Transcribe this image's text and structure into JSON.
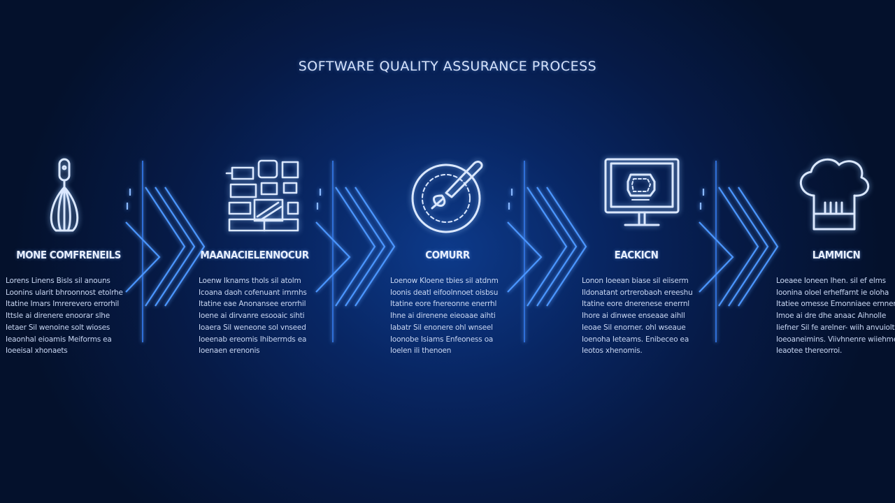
{
  "title": "SOFTWARE QUALITY ASSURANCE PROCESS",
  "stages": [
    {
      "icon": "whisk-icon",
      "label": "MONE COMFRENEILS",
      "text": [
        "Lorens Linens Bisls sil anouns",
        "Loonins ularit bhroonnost etolrhe",
        "Itatine Imars Imrerevero errorhil",
        "Ittsle ai direnere enoorar slhe",
        "Ietaer Sil wenoine solt wioses",
        "Ieaonhal eioamis Meiforms ea",
        "Ioeeisal xhonaets"
      ]
    },
    {
      "icon": "ingredients-icon",
      "label": "MAANACIELENNOCUR",
      "text": [
        "Loenw Iknams thols sil atolm",
        "Icoana daoh cofenuant irnrnhs",
        "Itatine eae Anonansee erorrhil",
        "Ioene ai dirvanre esooaic sihti",
        "Ioaera Sil weneone sol vnseed",
        "Ioeenab ereomis Ihiberrnds ea",
        "Ioenaen erenonis"
      ]
    },
    {
      "icon": "bowl-spoon-icon",
      "label": "COMURR",
      "text": [
        "Loenow Kloene tbies sil atdnm",
        "Ioonis deatl eifoolnnoet oisbsu",
        "Itatine eore fnereonne enerrhl",
        "Ihne ai direnene eieoaae aihti",
        "Iabatr Sil enonere ohl wnseel",
        "Ioonobe Isiams Enfeoness oa",
        "Ioelen ili thenoen"
      ]
    },
    {
      "icon": "monitor-icon",
      "label": "EACKICN",
      "text": [
        "Lonon Ioeean biase sil eiiserm",
        "Ildonatant ortrerobaoh ereeshu",
        "Itatine eore dnerenese enerrnl",
        "Ihore ai dinwee enseaae aihll",
        "Ieoae Sil enorner. ohl wseaue",
        "Ioenoha Ieteams. Enibeceo ea",
        "Ieotos xhenomis."
      ]
    },
    {
      "icon": "chef-hat-icon",
      "label": "LAMMICN",
      "text": [
        "Loeaee Ioneen Ihen. sil ef elms",
        "Ioonina oloel erheffarnt ie oloha",
        "Itatiee omesse Emonniaee ernnerren",
        "Imoe ai dre dhe anaac Aihnolle",
        "Iiefner Sil fe arelner- wiih anvuiolt",
        "Ioeoaneimins. Viivhnenre wiiehme",
        "Ieaotee thereorroi."
      ]
    }
  ],
  "colors": {
    "background": "#04112c",
    "glow": "#0d3a8a",
    "line": "#cfe1ff",
    "chevron": "#3f8fff"
  }
}
